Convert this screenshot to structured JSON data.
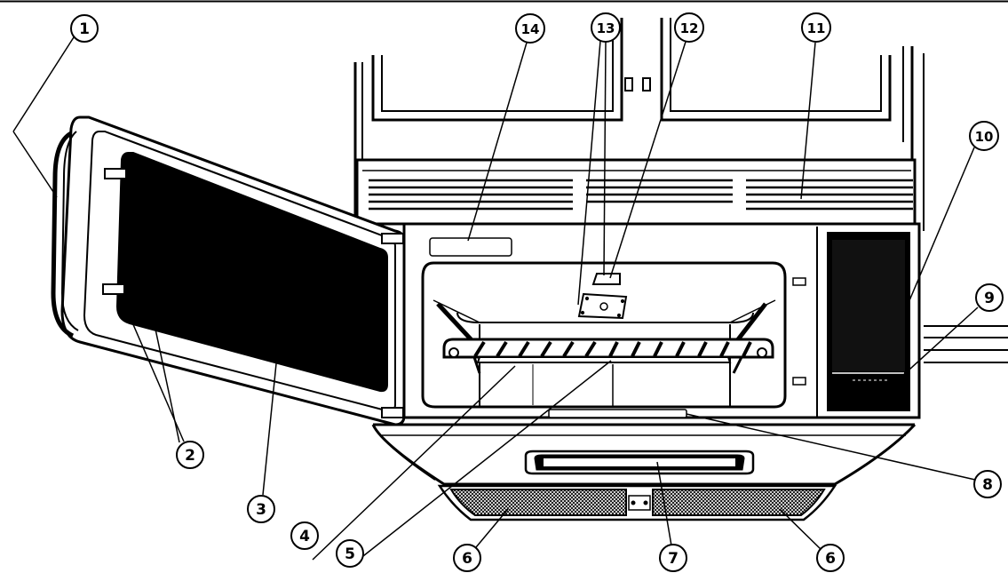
{
  "diagram": {
    "subject": "Over-the-range microwave oven with door open, parts identification",
    "callouts": [
      {
        "id": "c1",
        "label": "1"
      },
      {
        "id": "c2",
        "label": "2"
      },
      {
        "id": "c3",
        "label": "3"
      },
      {
        "id": "c4",
        "label": "4"
      },
      {
        "id": "c5",
        "label": "5"
      },
      {
        "id": "c6a",
        "label": "6"
      },
      {
        "id": "c6b",
        "label": "6"
      },
      {
        "id": "c7",
        "label": "7"
      },
      {
        "id": "c8",
        "label": "8"
      },
      {
        "id": "c9",
        "label": "9"
      },
      {
        "id": "c10",
        "label": "10"
      },
      {
        "id": "c11",
        "label": "11"
      },
      {
        "id": "c12",
        "label": "12"
      },
      {
        "id": "c13",
        "label": "13"
      },
      {
        "id": "c14",
        "label": "14"
      }
    ]
  }
}
